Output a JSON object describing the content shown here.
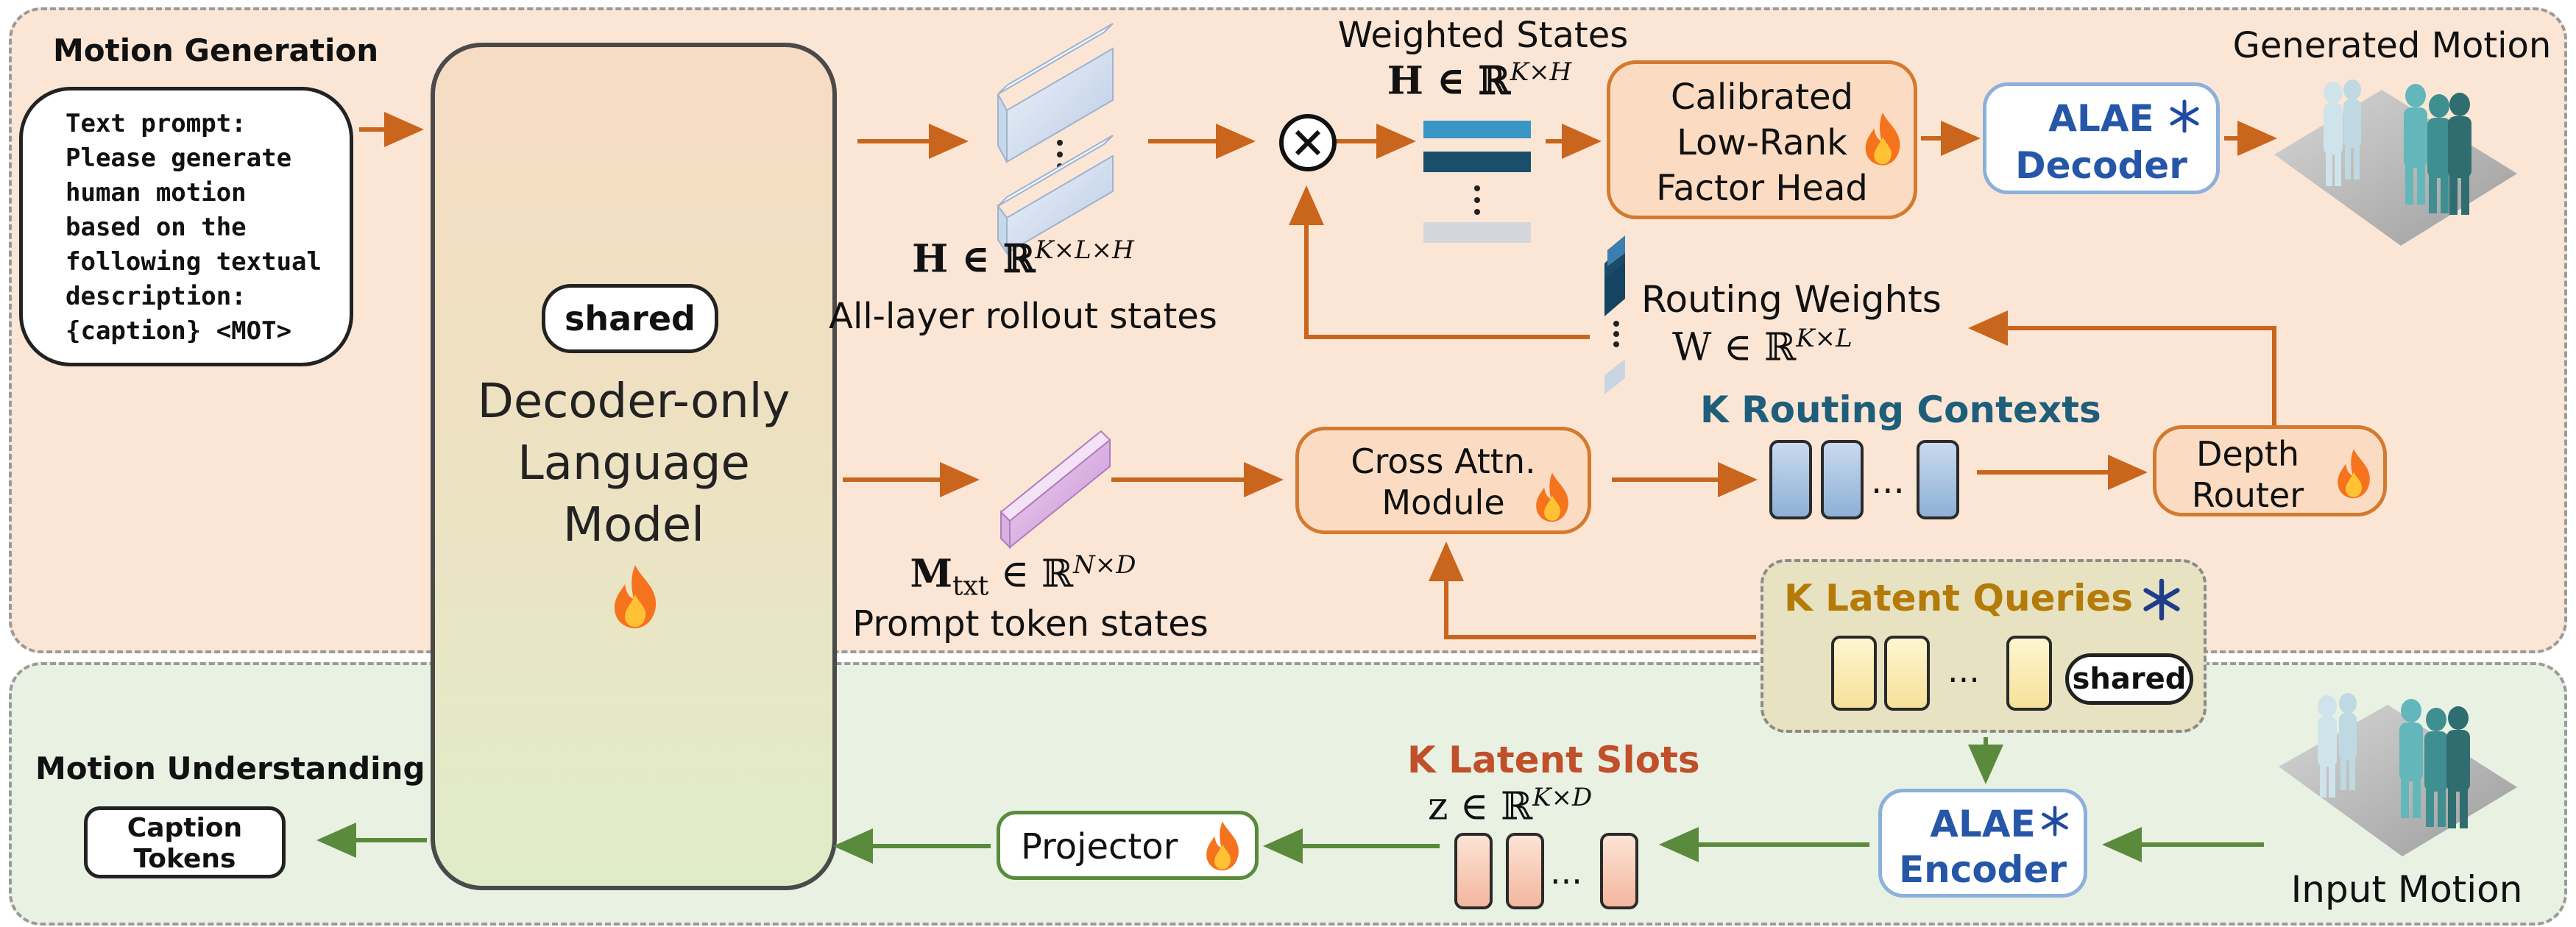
{
  "regions": {
    "generation_label": "Motion Generation",
    "understanding_label": "Motion Understanding"
  },
  "prompt": {
    "lines": [
      "Text prompt:",
      "Please generate",
      "human motion",
      "based on the",
      "following textual",
      "description:",
      "{caption} <MOT>"
    ]
  },
  "language_model": {
    "badge": "shared",
    "title_lines": [
      "Decoder-only",
      "Language",
      "Model"
    ],
    "icon": "flame-icon"
  },
  "rollout": {
    "math": "H ∈ ℝ^(K×L×H)",
    "math_base": "H ∈ ℝ",
    "math_sup": "K×L×H",
    "label": "All-layer rollout states"
  },
  "prompt_states": {
    "math_base": "M",
    "math_sub": "txt",
    "math_rest": " ∈ ℝ",
    "math_sup": "N×D",
    "label": "Prompt token states"
  },
  "weighted": {
    "title": "Weighted States",
    "math_base": "H ∈ ℝ",
    "math_sup": "K×H",
    "operator": "⊗"
  },
  "factor_head": {
    "lines": [
      "Calibrated",
      "Low-Rank",
      "Factor Head"
    ],
    "icon": "flame-icon"
  },
  "alae_decoder": {
    "lines": [
      "ALAE",
      "Decoder"
    ],
    "icon": "snowflake-icon"
  },
  "alae_encoder": {
    "lines": [
      "ALAE",
      "Encoder"
    ],
    "icon": "snowflake-icon"
  },
  "generated_motion": "Generated Motion",
  "input_motion": "Input Motion",
  "routing_weights": {
    "title": "Routing Weights",
    "math_base": "W ∈ ℝ",
    "math_sup": "K×L"
  },
  "routing_contexts": {
    "title": "K Routing Contexts",
    "ellipsis": "..."
  },
  "cross_attn": {
    "lines": [
      "Cross Attn.",
      "Module"
    ],
    "icon": "flame-icon"
  },
  "depth_router": {
    "lines": [
      "Depth",
      "Router"
    ],
    "icon": "flame-icon"
  },
  "latent_queries": {
    "title": "K Latent Queries",
    "badge": "shared",
    "ellipsis": "...",
    "icon": "snowflake-icon"
  },
  "latent_slots": {
    "title": "K Latent Slots",
    "math_base": "z ∈ ℝ",
    "math_sup": "K×D",
    "ellipsis": "..."
  },
  "projector": {
    "label": "Projector",
    "icon": "flame-icon"
  },
  "caption_tokens": {
    "lines": [
      "Caption",
      "Tokens"
    ]
  },
  "colors": {
    "arrow_orange": "#c9651c",
    "arrow_green": "#5a8a3c",
    "top_region_bg": "#fbe6d6",
    "bottom_region_bg": "#e9f1e3"
  }
}
